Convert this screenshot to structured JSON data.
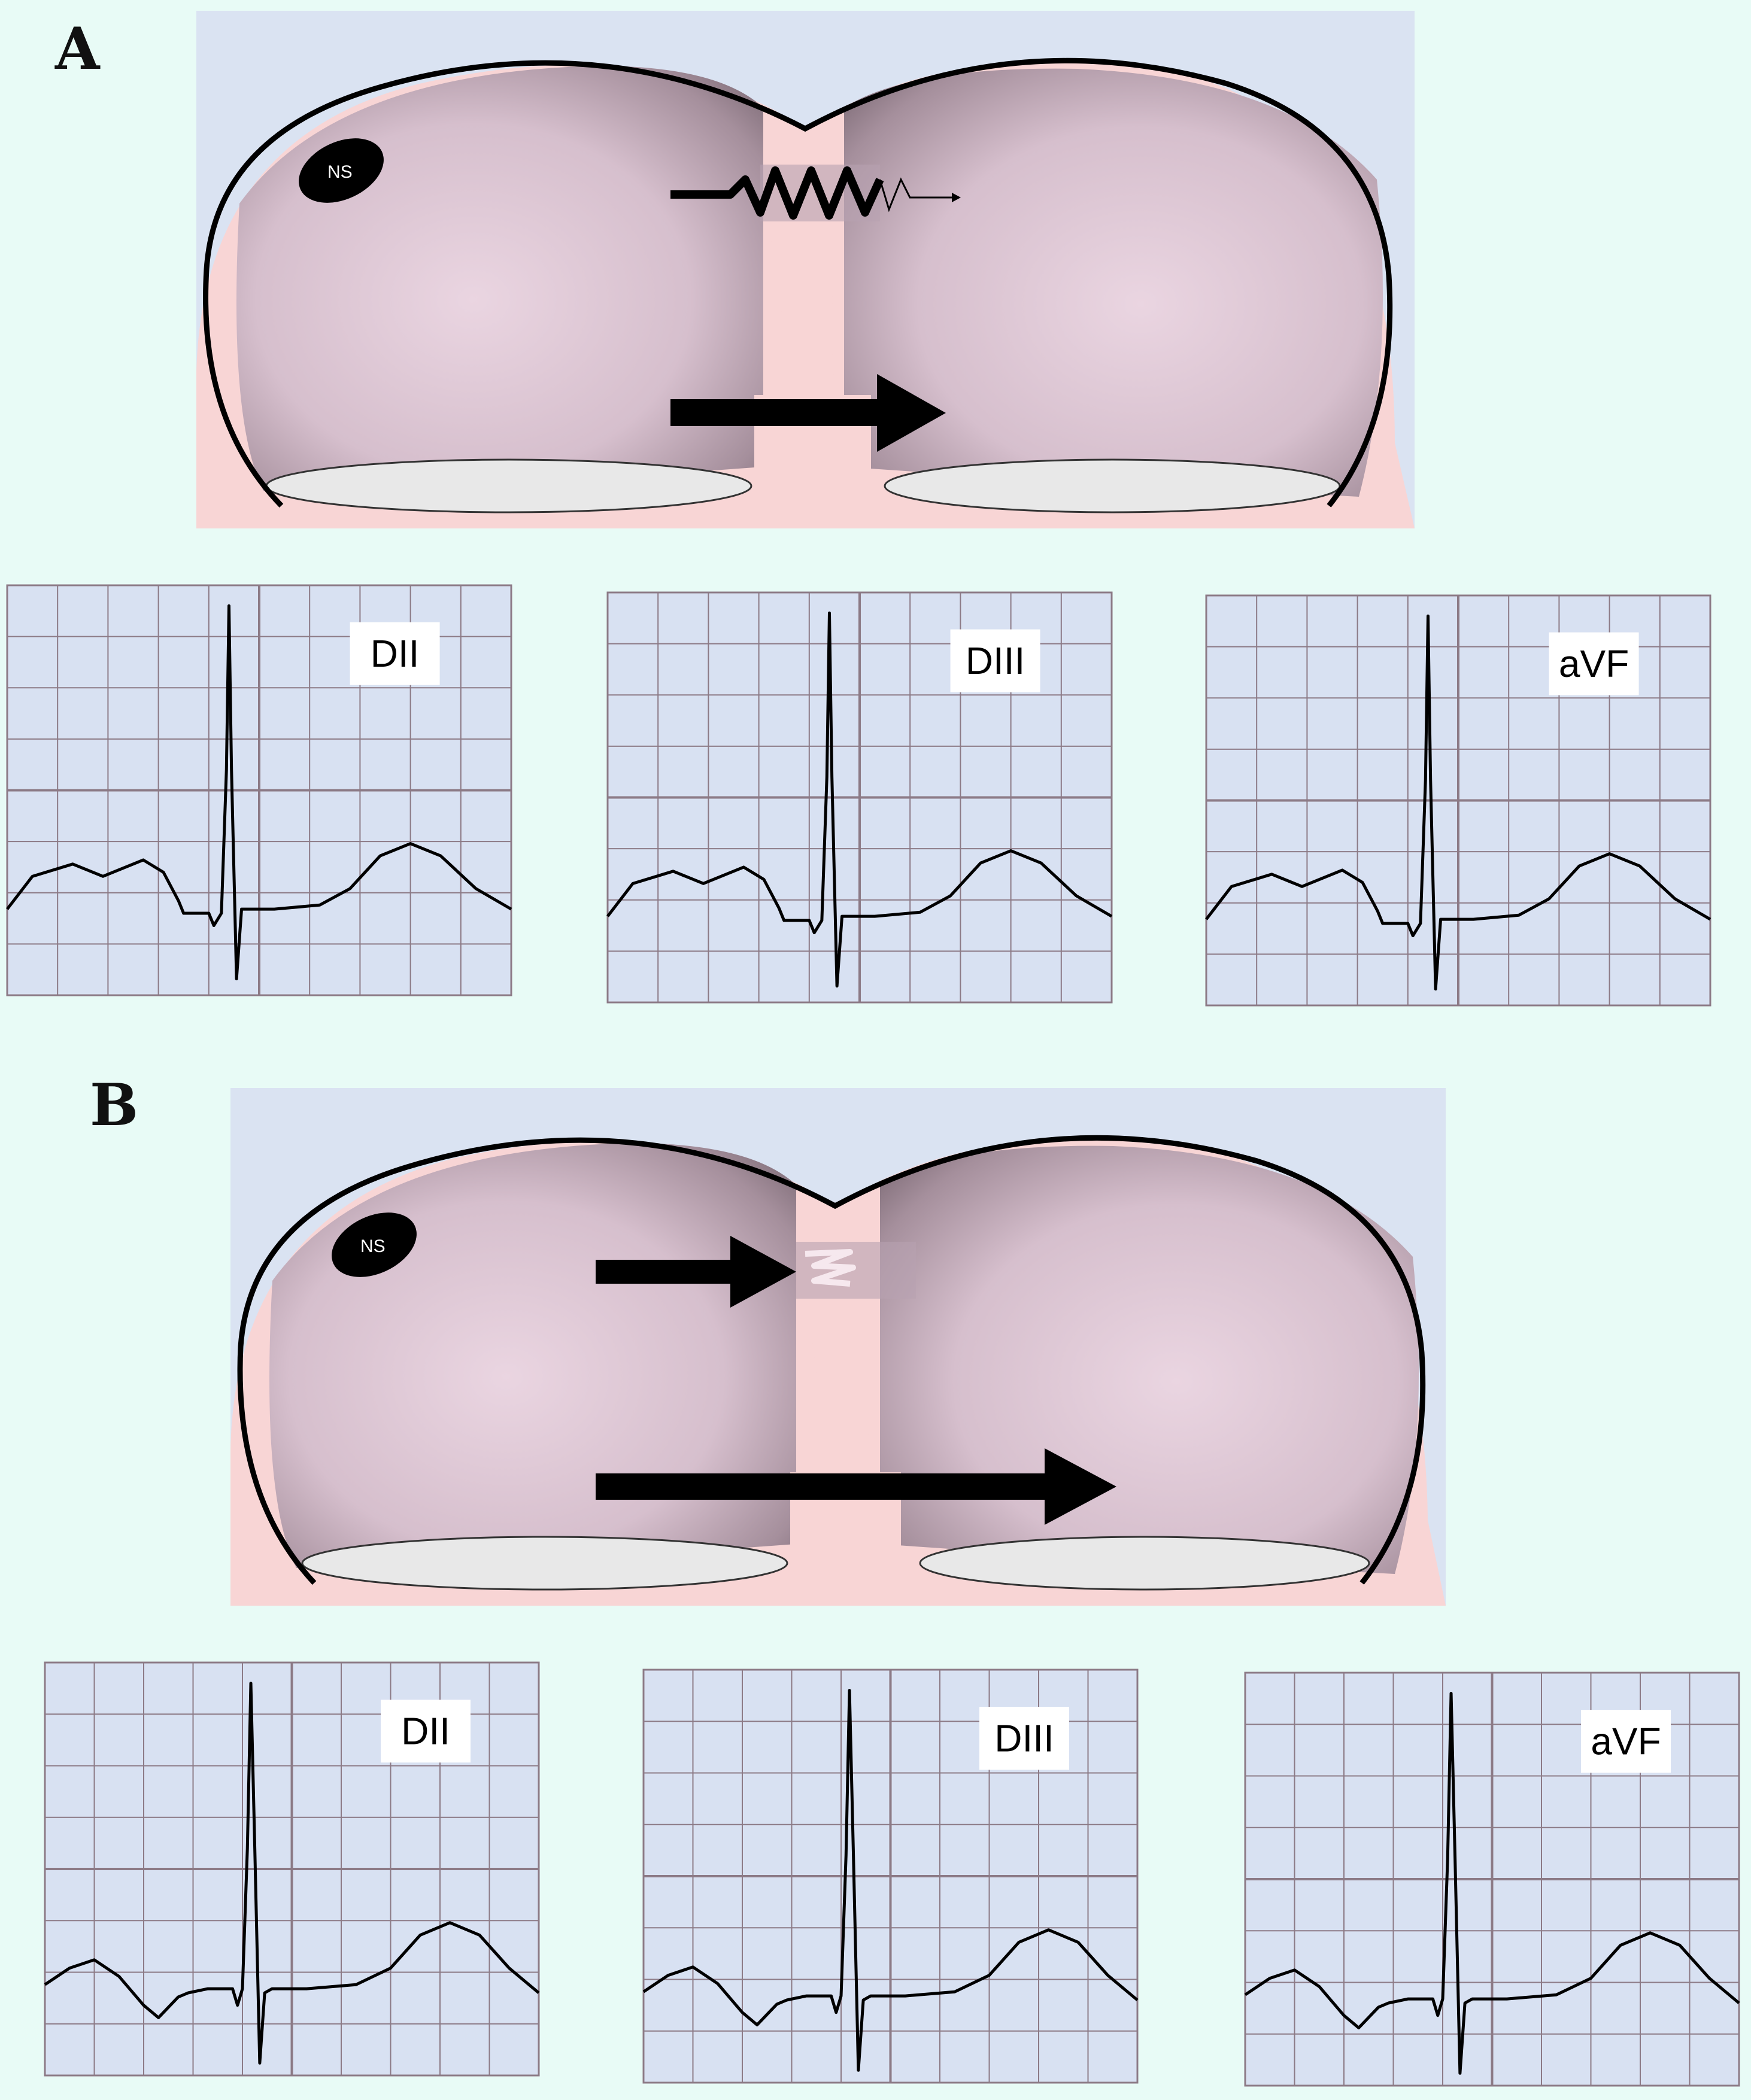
{
  "panels": [
    {
      "letter": "A",
      "node_label": "NS",
      "leads": [
        "DII",
        "DIII",
        "aVF"
      ]
    },
    {
      "letter": "B",
      "node_label": "NS",
      "leads": [
        "DII",
        "DIII",
        "aVF"
      ]
    }
  ],
  "colors": {
    "page_background": "#e8fbf6",
    "diagram_background": "#dae3f2",
    "atrial_tissue": "#f8d5d5",
    "chamber_fill": "#d9c2d0",
    "ecg_paper": "#d8e1f2",
    "ecg_grid": "#8c7a86",
    "trace": "#000000"
  }
}
